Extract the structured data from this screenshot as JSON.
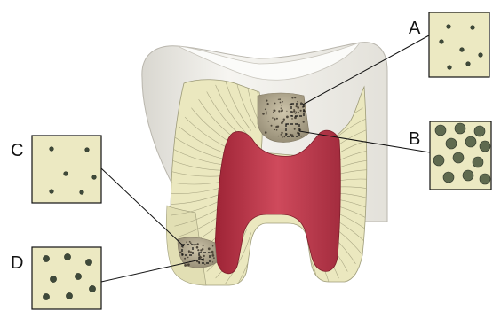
{
  "labels": {
    "a": "A",
    "b": "B",
    "c": "C",
    "d": "D"
  },
  "colors": {
    "enamel": "#f3f2ee",
    "dentin": "#eceac0",
    "pulp": "#c0394b",
    "lesion": "#a99f89",
    "inset_fill": "#ece9c2",
    "tubule_dot": "#3f4a3a",
    "outline": "#1b1b1b"
  }
}
